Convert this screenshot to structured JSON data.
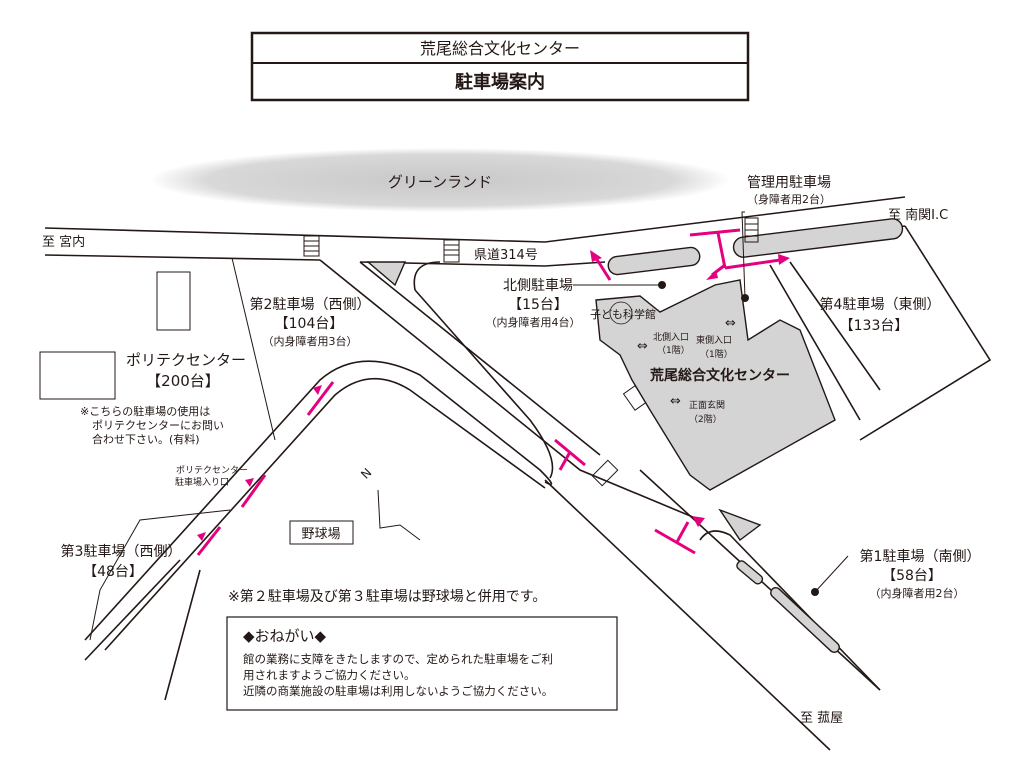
{
  "title": {
    "facility": "荒尾総合文化センター",
    "subtitle": "駐車場案内"
  },
  "landmarks": {
    "green_land": "グリーンランド",
    "road_name": "県道314号",
    "to_miyauchi": "至 宮内",
    "to_nankan": "至 南関I.C",
    "to_kayaya": "至 菰屋",
    "baseball": "野球場",
    "kids_science": "子ども科学館",
    "center": "荒尾総合文化センター",
    "north_symbol": "N"
  },
  "entrances": [
    {
      "name": "北側入口",
      "floor": "（1階）"
    },
    {
      "name": "東側入口",
      "floor": "（1階）"
    },
    {
      "name": "正面玄関",
      "floor": "（2階）"
    }
  ],
  "parking": {
    "admin": {
      "name": "管理用駐車場",
      "note": "（身障者用2台）"
    },
    "north": {
      "name": "北側駐車場",
      "count": "【15台】",
      "note": "（内身障者用4台）"
    },
    "p2": {
      "name": "第2駐車場（西側）",
      "count": "【104台】",
      "note": "（内身障者用3台）"
    },
    "p4": {
      "name": "第4駐車場（東側）",
      "count": "【133台】"
    },
    "polytech": {
      "name": "ポリテクセンター",
      "count": "【200台】",
      "note1": "※こちらの駐車場の使用は",
      "note2": "ポリテクセンターにお問い",
      "note3": "合わせ下さい。(有料)",
      "entrance1": "ポリテクセンター",
      "entrance2": "駐車場入り口"
    },
    "p3": {
      "name": "第3駐車場（西側）",
      "count": "【48台】"
    },
    "p1": {
      "name": "第1駐車場（南側）",
      "count": "【58台】",
      "note": "（内身障者用2台）"
    }
  },
  "shared_note": "※第２駐車場及び第３駐車場は野球場と併用です。",
  "request": {
    "heading": "◆おねがい◆",
    "line1": "館の業務に支障をきたしますので、定められた駐車場をご利",
    "line2": "用されますようご協力ください。",
    "line3": "近隣の商業施設の駐車場は利用しないようご協力ください。"
  },
  "colors": {
    "accent": "#e4007f",
    "building": "#d4d4d4"
  }
}
